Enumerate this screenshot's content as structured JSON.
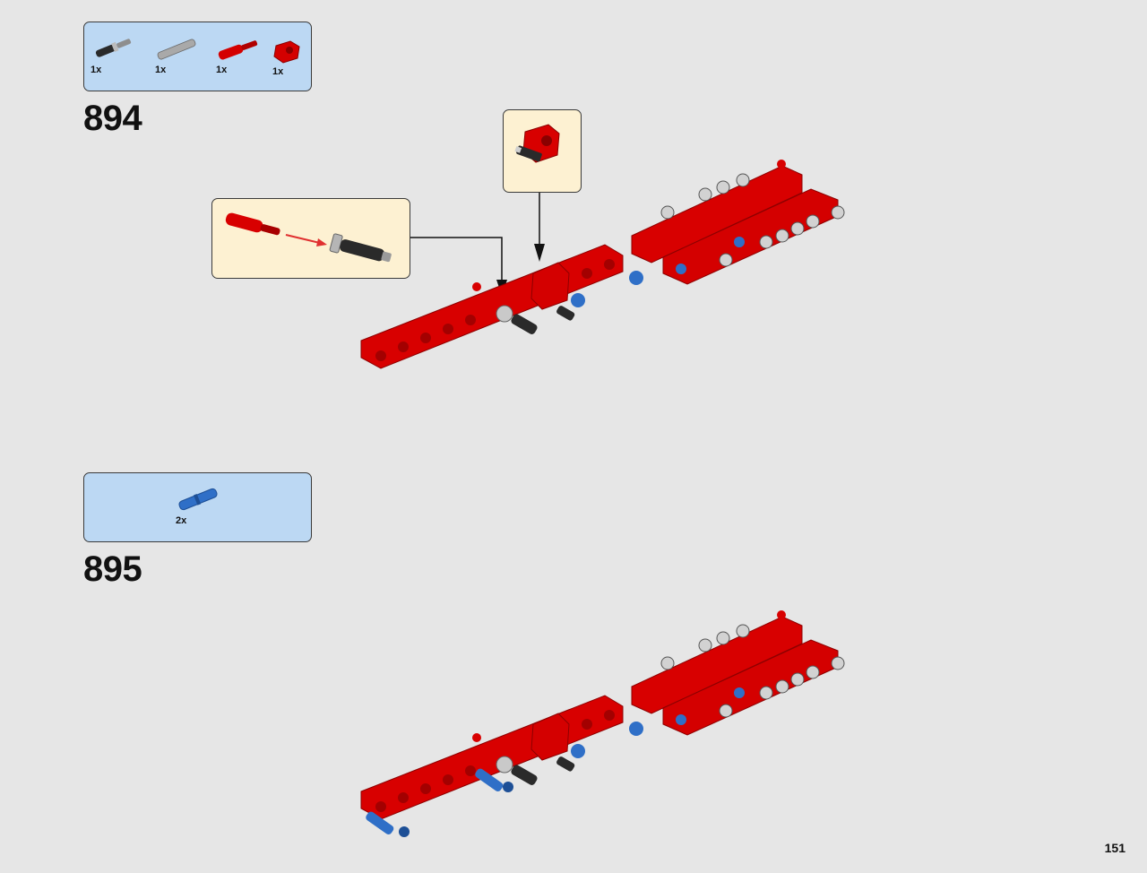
{
  "steps": [
    {
      "number": "894",
      "parts": [
        {
          "qty": "1x",
          "icon": "axle-pin-black-icon",
          "color": "#2e2e2e"
        },
        {
          "qty": "1x",
          "icon": "axle-pin-gray-icon",
          "color": "#9a9a9a"
        },
        {
          "qty": "1x",
          "icon": "axle-pin-red-icon",
          "color": "#d40000"
        },
        {
          "qty": "1x",
          "icon": "connector-red-icon",
          "color": "#d40000"
        }
      ]
    },
    {
      "number": "895",
      "parts": [
        {
          "qty": "2x",
          "icon": "pin-blue-icon",
          "color": "#2f6fc7"
        }
      ]
    }
  ],
  "page": {
    "number": "151"
  },
  "colors": {
    "beam": "#d80000",
    "beam_dark": "#9e0000",
    "pin_blue": "#2f6fc7",
    "pin_black": "#2a2a2a",
    "pin_gray": "#b5b5b5",
    "parts_bg": "#bcd8f3",
    "callout_bg": "#fdf1d2"
  }
}
